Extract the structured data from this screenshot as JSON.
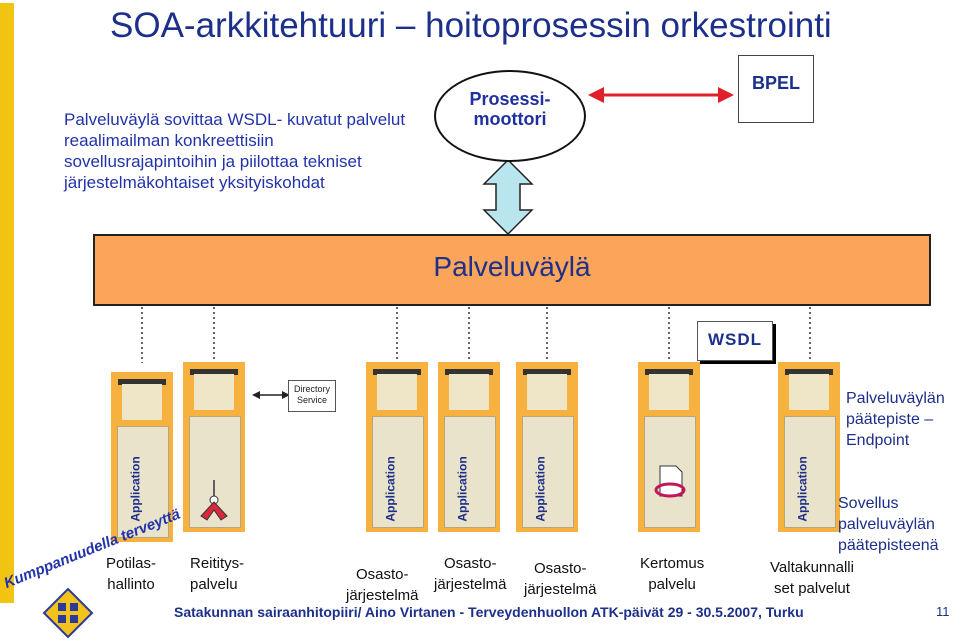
{
  "title": "SOA-arkkitehtuuri – hoitoprosessin orkestrointi",
  "description": [
    "Palveluväylä sovittaa WSDL- kuvatut palvelut",
    "reaalimailman konkreettisiin",
    "sovellusrajapintoihin ja piilottaa tekniset",
    "järjestelmäkohtaiset yksityiskohdat"
  ],
  "engine": {
    "line1": "Prosessi-",
    "line2": "moottori"
  },
  "bpel": "BPEL",
  "bus": "Palveluväylä",
  "wsdl": "WSDL",
  "directory": {
    "line1": "Directory",
    "line2": "Service"
  },
  "app_label": "Application",
  "endpoint": [
    "Palveluväylän",
    "päätepiste –",
    "Endpoint"
  ],
  "service_note": [
    "Sovellus",
    "palveluväylän",
    "päätepisteenä"
  ],
  "components": [
    {
      "line1": "Potilas-",
      "line2": "hallinto"
    },
    {
      "line1": "Reititys-",
      "line2": "palvelu"
    },
    {
      "line1": "Osasto-",
      "line2": "järjestelmä"
    },
    {
      "line1": "Osasto-",
      "line2": "järjestelmä"
    },
    {
      "line1": "Osasto-",
      "line2": "järjestelmä"
    },
    {
      "line1": "Kertomus",
      "line2": "palvelu"
    },
    {
      "line1": "Valtakunnalli",
      "line2": "set palvelut"
    }
  ],
  "footer": "Satakunnan sairaanhitopiiri/  Aino Virtanen - Terveydenhuollon ATK-päivät  29 - 30.5.2007, Turku",
  "page_number": "11",
  "logo_text": "Kumppanuudella terveyttä",
  "colors": {
    "accent_bar": "#f2c412",
    "bus": "#fba55b",
    "component": "#f7b13f",
    "text": "#1c2f8a",
    "arrow_red": "#e0202a",
    "arrow_blue": "#b9e6ee"
  }
}
